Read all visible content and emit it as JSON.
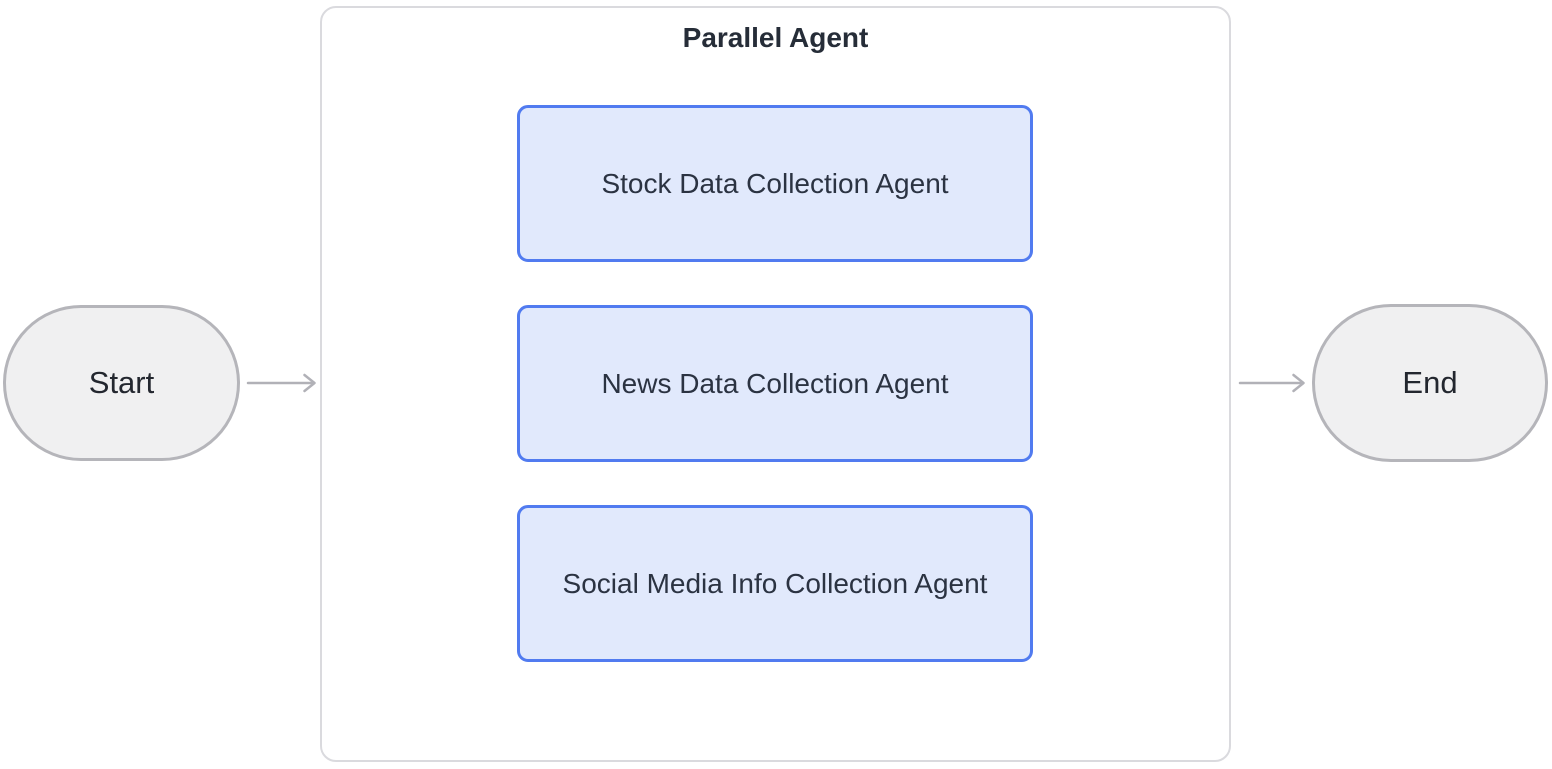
{
  "diagram": {
    "title": "Parallel Agent",
    "nodes": {
      "start": {
        "label": "Start",
        "shape": "stadium"
      },
      "end": {
        "label": "End",
        "shape": "stadium"
      },
      "agents": [
        {
          "label": "Stock Data Collection Agent"
        },
        {
          "label": "News Data Collection Agent"
        },
        {
          "label": "Social Media Info Collection Agent"
        }
      ]
    },
    "edges": [
      {
        "from": "start",
        "to": "parallel-agent-group"
      },
      {
        "from": "parallel-agent-group-entry",
        "to": "stock-data-collection-agent"
      },
      {
        "from": "parallel-agent-group-entry",
        "to": "news-data-collection-agent"
      },
      {
        "from": "parallel-agent-group-entry",
        "to": "social-media-info-collection-agent"
      },
      {
        "from": "stock-data-collection-agent",
        "to": "merge-point"
      },
      {
        "from": "news-data-collection-agent",
        "to": "merge-point"
      },
      {
        "from": "social-media-info-collection-agent",
        "to": "merge-point"
      },
      {
        "from": "parallel-agent-group",
        "to": "end"
      }
    ],
    "colors": {
      "edge": "#b1b1b7",
      "agent_fill": "#e1e9fc",
      "agent_border": "#517bf0",
      "stadium_fill": "#f0f0f1",
      "stadium_border": "#b5b5ba",
      "group_border": "#dadade",
      "text": "#2b3342",
      "background": "#ffffff"
    }
  }
}
